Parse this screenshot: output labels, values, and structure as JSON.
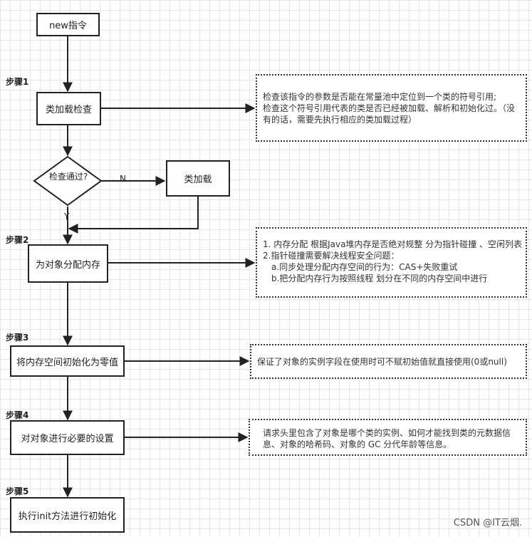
{
  "steps": [
    "步骤1",
    "步骤2",
    "步骤3",
    "步骤4",
    "步骤5"
  ],
  "nodes": {
    "start": "new指令",
    "class_check": "类加载检查",
    "decision": "检查通过?",
    "class_load": "类加载",
    "allocate": "为对象分配内存",
    "zero_init": "将内存空间初始化为零值",
    "setup": "对对象进行必要的设置",
    "init_method": "执行init方法进行初始化"
  },
  "edge_labels": {
    "no": "N",
    "yes": "Y"
  },
  "notes": {
    "class_check": [
      "检查该指令的参数是否能在常量池中定位到一个类的符号引用;",
      "检查这个符号引用代表的类是否已经被加载、解析和初始化过。（没",
      "有的话，需要先执行相应的类加载过程）"
    ],
    "allocate": [
      "1. 内存分配 根据Java堆内存是否绝对规整 分为指针碰撞 、空闲列表",
      "2.指针碰撞需要解决线程安全问题：",
      "a.同步处理分配内存空间的行为：CAS+失败重试",
      "b.把分配内存行为按照线程  划分在不同的内存空间中进行"
    ],
    "zero_init": [
      "保证了对象的实例字段在使用时可不赋初始值就直接使用(0或null)"
    ],
    "setup": [
      "请求头里包含了对象是哪个类的实例、如何才能找到类的元数据信",
      "息、对象的哈希码、对象的 GC 分代年龄等信息。"
    ]
  },
  "watermark": "CSDN @IT云烟."
}
